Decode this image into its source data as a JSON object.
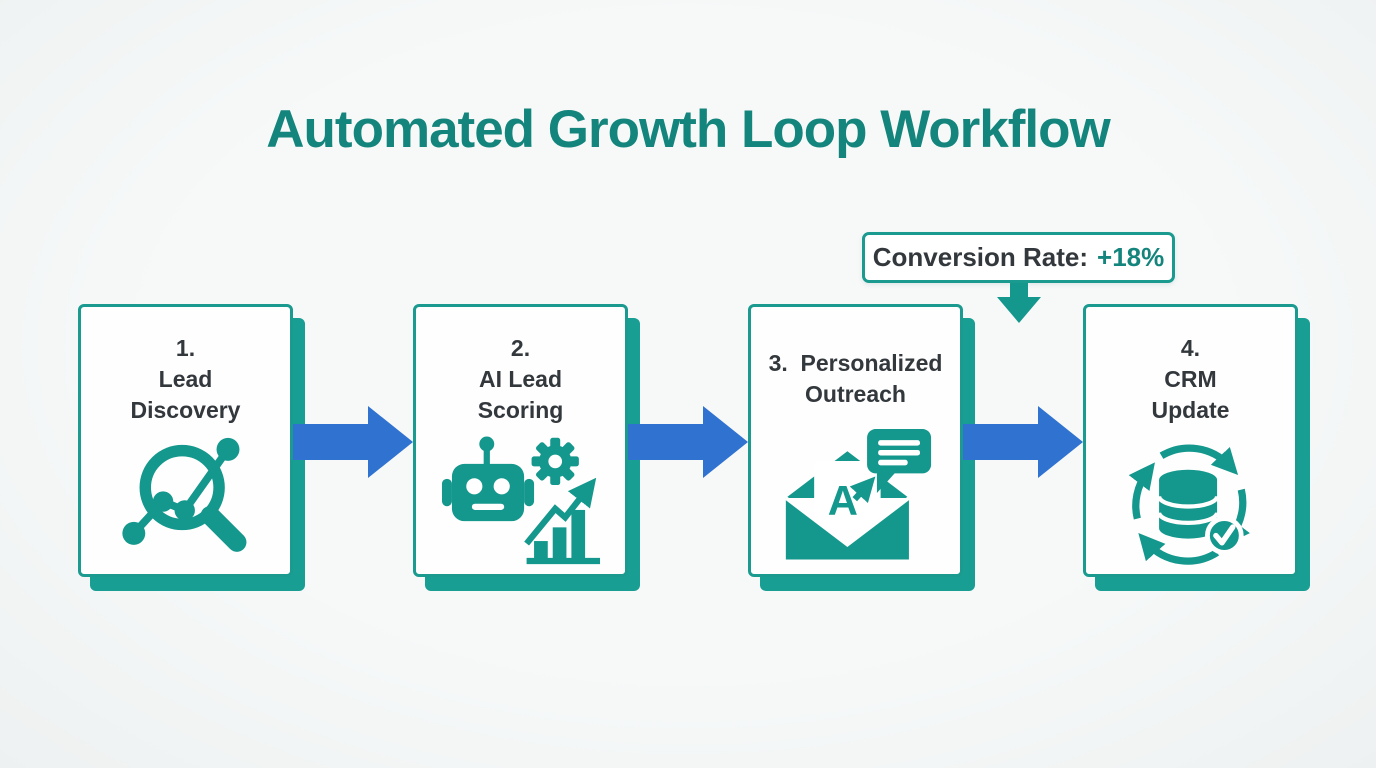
{
  "title": "Automated Growth Loop Workflow",
  "callout": {
    "label": "Conversion Rate:",
    "value": "+18%"
  },
  "steps": [
    {
      "name": "lead-discovery",
      "icon": "magnifier-analytics-icon",
      "lines": [
        "1.",
        "Lead",
        "Discovery"
      ]
    },
    {
      "name": "ai-lead-scoring",
      "icon": "robot-gear-chart-icon",
      "lines": [
        "2.",
        "AI Lead",
        "Scoring"
      ]
    },
    {
      "name": "personalized-outreach",
      "icon": "envelope-message-icon",
      "lines": [
        "3.  Personalized",
        "Outreach"
      ],
      "icon_text": "A"
    },
    {
      "name": "crm-update",
      "icon": "database-sync-check-icon",
      "lines": [
        "4.",
        "CRM",
        "Update"
      ]
    }
  ],
  "colors": {
    "title_teal": "#14857c",
    "icon_teal": "#14978c",
    "card_border_teal": "#1b9a8f",
    "card_shadow_teal": "#189e93",
    "arrow_blue": "#2f72d0",
    "text_dark": "#33383d",
    "background": "#f5f7f7"
  }
}
